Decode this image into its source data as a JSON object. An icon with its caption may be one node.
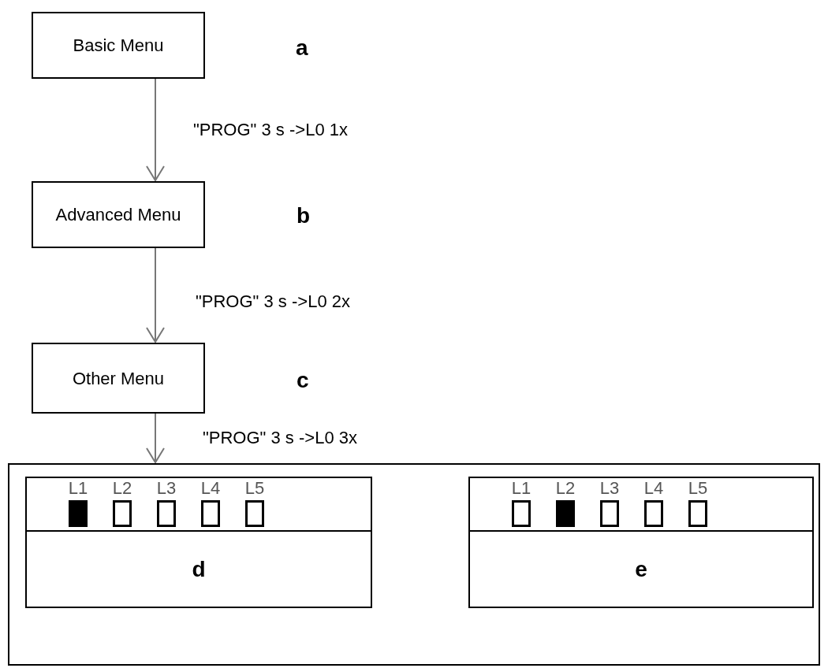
{
  "diagram": {
    "nodes": [
      {
        "text": [
          "Basic Menu"
        ]
      },
      {
        "text": [
          "Advanced Menu"
        ]
      },
      {
        "text": [
          "Other Menu"
        ]
      },
      {
        "text": [],
        "shape": "box"
      },
      {
        "text": [
          "L1",
          "L2",
          "L3",
          "L4",
          "L5",
          "d"
        ],
        "in": 3
      },
      {
        "text": [
          "L1",
          "L2",
          "L3",
          "L4",
          "L5",
          "e"
        ],
        "in": 3
      }
    ],
    "edges": [
      {
        "from": 0,
        "to": 1,
        "arrow": "to",
        "label": "\"PROG\" 3 s ->L0 1x"
      },
      {
        "from": 1,
        "to": 2,
        "arrow": "to",
        "label": "\"PROG\" 3 s ->L0 2x"
      },
      {
        "from": 2,
        "to": 3,
        "arrow": "to",
        "label": "\"PROG\" 3 s ->L0 3x"
      }
    ],
    "labels": [
      "a",
      "b",
      "c"
    ]
  }
}
